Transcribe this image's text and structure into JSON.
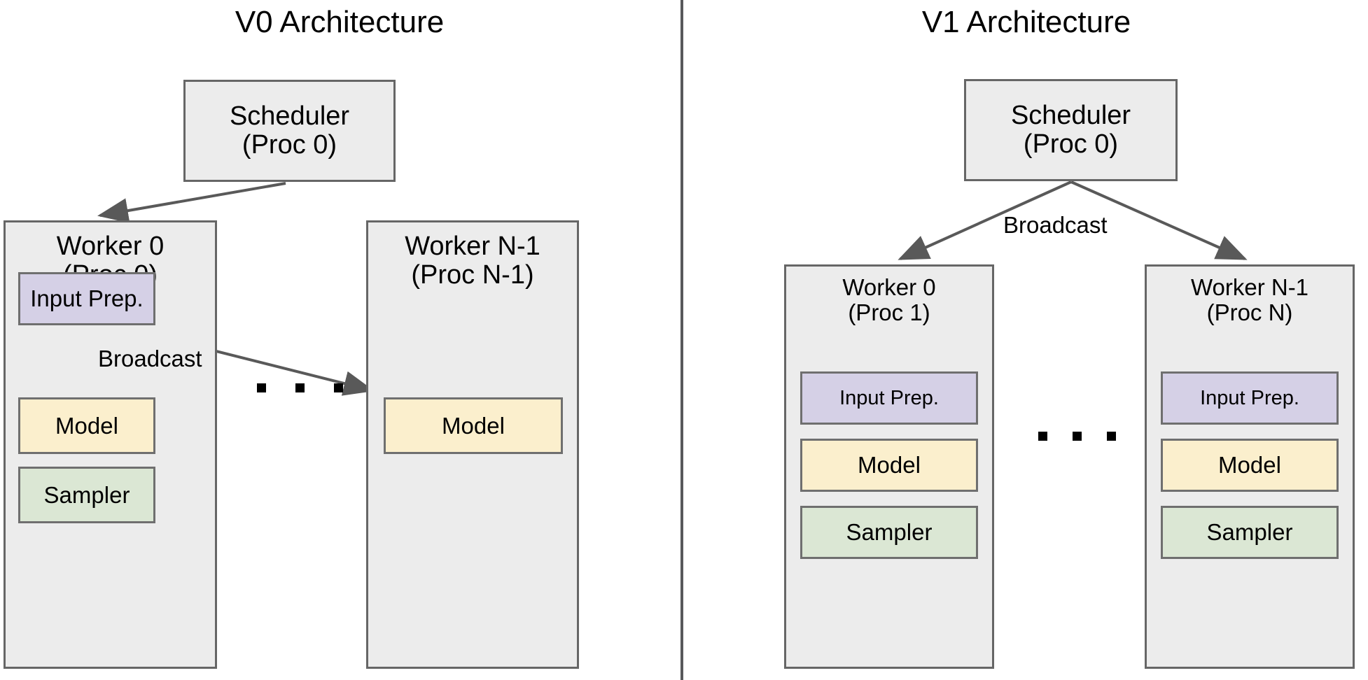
{
  "panels": [
    {
      "id": "v0",
      "title": "V0 Architecture",
      "scheduler": {
        "label": "Scheduler\n(Proc 0)"
      },
      "broadcast_label": "Broadcast",
      "ellipsis": "...",
      "workers": [
        {
          "header": "Worker 0\n(Proc 0)",
          "components": [
            {
              "label": "Input Prep.",
              "color": "#d5d0e6"
            },
            {
              "label": "Model",
              "color": "#fbefcd"
            },
            {
              "label": "Sampler",
              "color": "#dbe7d4"
            }
          ]
        },
        {
          "header": "Worker N-1\n(Proc N-1)",
          "components": [
            {
              "label": "Model",
              "color": "#fbefcd"
            }
          ]
        }
      ]
    },
    {
      "id": "v1",
      "title": "V1 Architecture",
      "scheduler": {
        "label": "Scheduler\n(Proc 0)"
      },
      "broadcast_label": "Broadcast",
      "ellipsis": "...",
      "workers": [
        {
          "header": "Worker 0\n(Proc 1)",
          "components": [
            {
              "label": "Input Prep.",
              "color": "#d5d0e6"
            },
            {
              "label": "Model",
              "color": "#fbefcd"
            },
            {
              "label": "Sampler",
              "color": "#dbe7d4"
            }
          ]
        },
        {
          "header": "Worker N-1\n(Proc N)",
          "components": [
            {
              "label": "Input Prep.",
              "color": "#d5d0e6"
            },
            {
              "label": "Model",
              "color": "#fbefcd"
            },
            {
              "label": "Sampler",
              "color": "#dbe7d4"
            }
          ]
        }
      ]
    }
  ],
  "colors": {
    "node_fill": "#ececec",
    "node_stroke": "#666666",
    "input_prep": "#d5d0e6",
    "model": "#fbefcd",
    "sampler": "#dbe7d4",
    "arrow": "#595959",
    "divider": "#58595b",
    "background": "#ffffff",
    "text": "#000000"
  }
}
